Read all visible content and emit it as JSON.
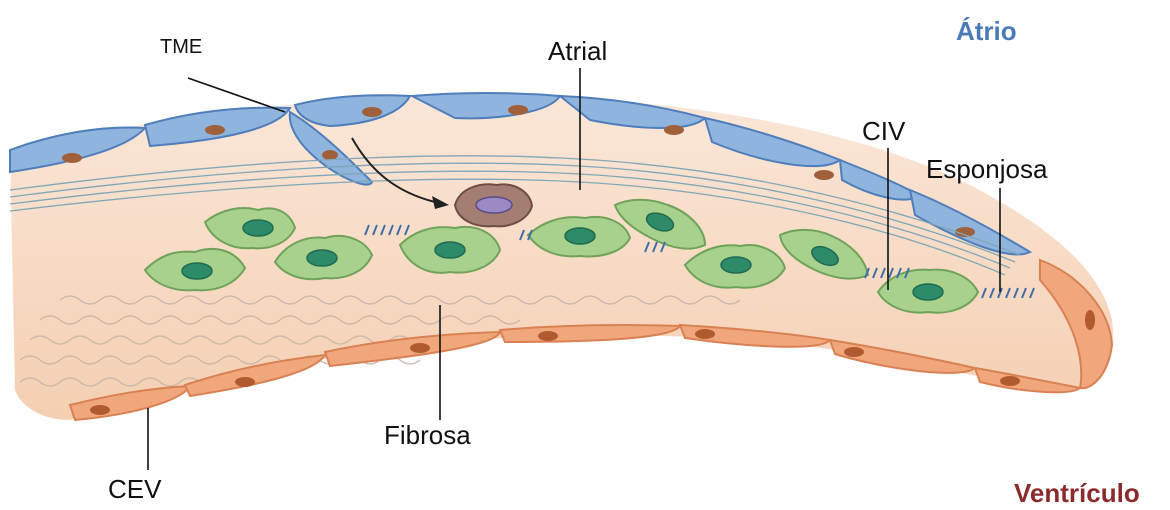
{
  "labels": {
    "tme": "TME",
    "atrial": "Atrial",
    "atrio": "Átrio",
    "civ": "CIV",
    "esponjosa": "Esponjosa",
    "fibrosa": "Fibrosa",
    "cev": "CEV",
    "ventriculo": "Ventrículo"
  },
  "colors": {
    "atrio_text": "#4a7ab8",
    "ventriculo_text": "#8b2b2b",
    "tissue_fill": "#f7d9c4",
    "atrial_endothelium": "#8fb4de",
    "ventricular_endothelium": "#f0a77b",
    "interstitial_cells": "#a9d18e",
    "nucleus_green": "#2e8b6a",
    "fiber_lines": "#7fa7b7"
  },
  "icons": {
    "arrow": "curved-arrow-icon",
    "cell": "interstitial-cell-icon"
  }
}
